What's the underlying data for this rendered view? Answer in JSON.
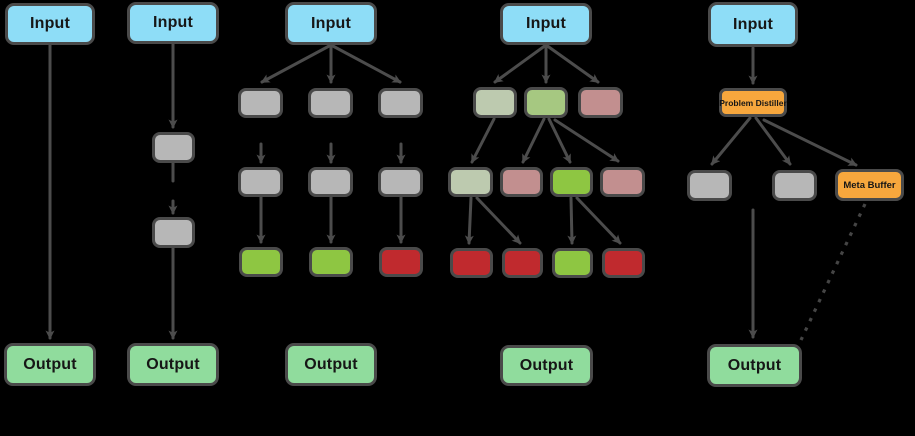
{
  "colors": {
    "bg": "#000000",
    "blue": "#8EDDF7",
    "green-out": "#90DC9D",
    "gray": "#B7B7B7",
    "sage": "#BDCAAF",
    "mid-green": "#A6C881",
    "green": "#8EC642",
    "pink": "#C28F8F",
    "red": "#C02A2E",
    "orange": "#F7A73D",
    "border": "#4A4A4A",
    "arrow": "#4C4C4C",
    "dash": "#454545"
  },
  "columns": {
    "c1": {
      "input": "Input",
      "output": "Output"
    },
    "c2": {
      "input": "Input",
      "output": "Output"
    },
    "c3": {
      "input": "Input",
      "output": "Output"
    },
    "c4": {
      "input": "Input",
      "output": "Output"
    },
    "c5": {
      "input": "Input",
      "problem_distiller": "Problem Distiller",
      "meta_buffer": "Meta Buffer",
      "output": "Output"
    }
  }
}
